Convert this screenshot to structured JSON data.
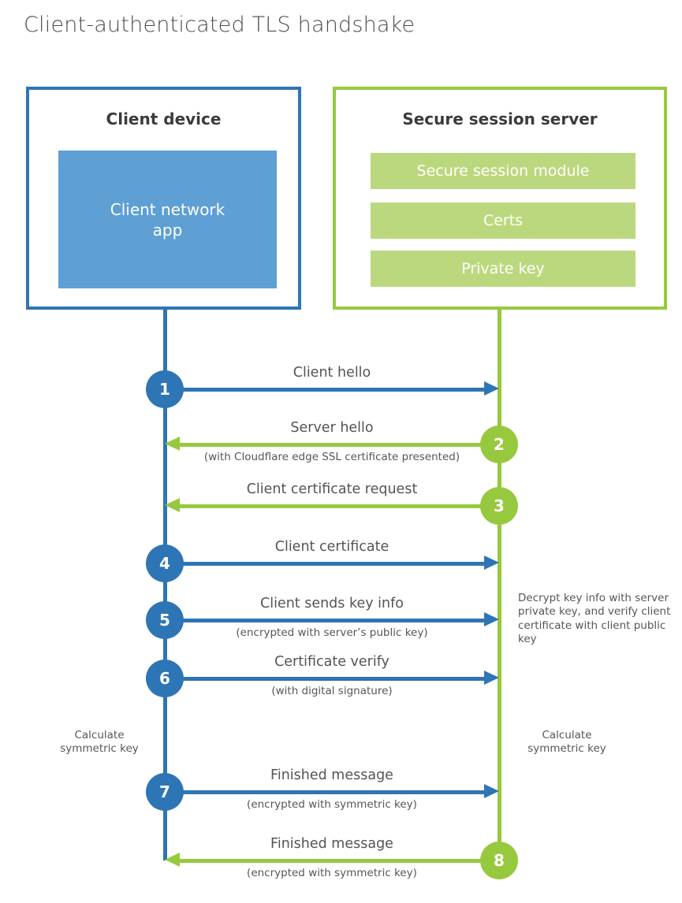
{
  "page": {
    "title": "Client-authenticated TLS handshake"
  },
  "colors": {
    "client_blue": "#2E75B6",
    "client_fill": "#5E9FD4",
    "server_green": "#97C93E",
    "server_fill": "#BCD87E",
    "text_dark": "#3B3B3B",
    "text_gray": "#545454"
  },
  "client": {
    "title": "Client device",
    "app_label": "Client network app"
  },
  "server": {
    "title": "Secure session server",
    "modules": [
      "Secure session module",
      "Certs",
      "Private key"
    ]
  },
  "messages": [
    {
      "number": "1",
      "from": "client",
      "to": "server",
      "label": "Client hello",
      "sublabel": ""
    },
    {
      "number": "2",
      "from": "server",
      "to": "client",
      "label": "Server hello",
      "sublabel": "(with Cloudflare edge SSL certificate presented)"
    },
    {
      "number": "3",
      "from": "server",
      "to": "client",
      "label": "Client certificate request",
      "sublabel": ""
    },
    {
      "number": "4",
      "from": "client",
      "to": "server",
      "label": "Client certificate",
      "sublabel": ""
    },
    {
      "number": "5",
      "from": "client",
      "to": "server",
      "label": "Client sends key info",
      "sublabel": "(encrypted with server’s public key)"
    },
    {
      "number": "6",
      "from": "client",
      "to": "server",
      "label": "Certificate verify",
      "sublabel": "(with digital signature)"
    },
    {
      "number": "7",
      "from": "client",
      "to": "server",
      "label": "Finished message",
      "sublabel": "(encrypted with symmetric key)"
    },
    {
      "number": "8",
      "from": "server",
      "to": "client",
      "label": "Finished message",
      "sublabel": "(encrypted with symmetric key)"
    }
  ],
  "notes": {
    "decrypt": "Decrypt key info with server private key, and verify client certificate with client public key",
    "calculate_left": "Calculate symmetric key",
    "calculate_right": "Calculate symmetric key"
  }
}
